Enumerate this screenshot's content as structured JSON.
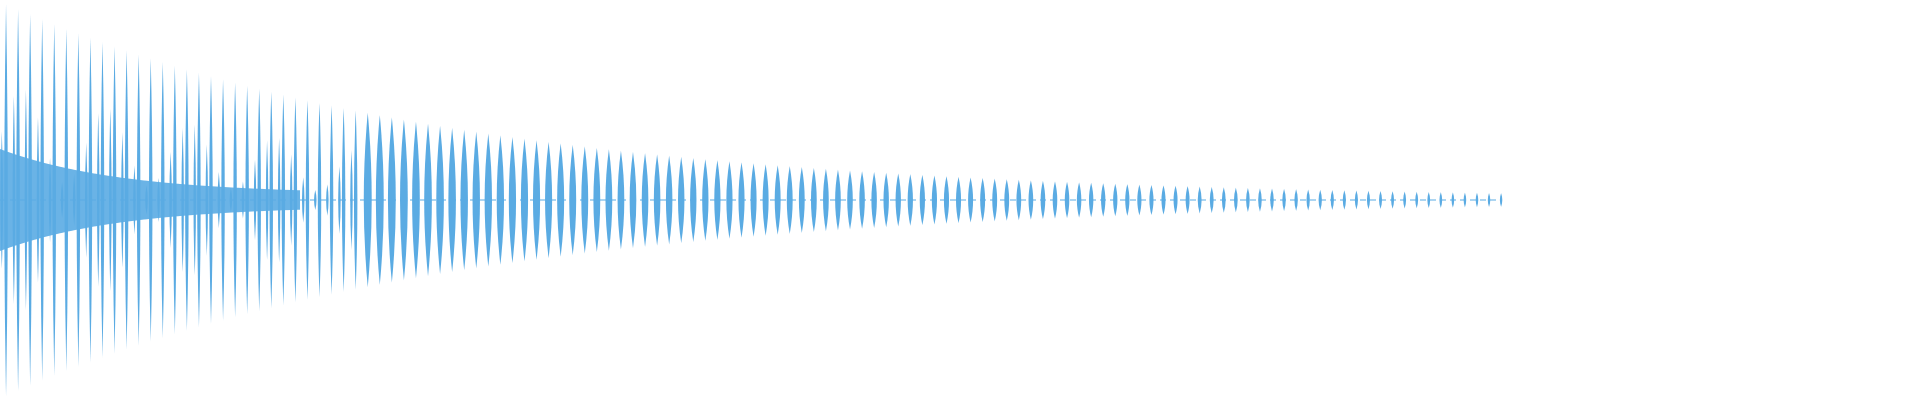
{
  "waveform": {
    "color": "#5aabe3",
    "background": "#ffffff",
    "cycles_visible": 118,
    "peak_amplitude": 1.0,
    "decay": "exponential",
    "signal_ends_at_fraction_of_view": 0.78
  }
}
